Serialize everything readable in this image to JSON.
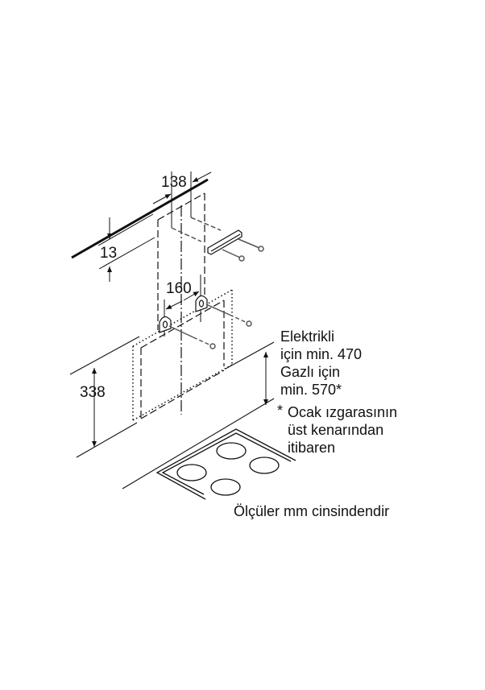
{
  "dimensions": {
    "top_spacing": "138",
    "top_offset": "13",
    "bracket_spacing": "160",
    "hood_height": "338"
  },
  "clearance_note": {
    "lines": [
      "Elektrikli",
      "için min. 470",
      "Gazlı için",
      "min. 570*"
    ]
  },
  "footnote": {
    "asterisk": "*",
    "lines": [
      "Ocak ızgarasının",
      "üst kenarından",
      "itibaren"
    ]
  },
  "units_note": "Ölçüler mm cinsindendir"
}
